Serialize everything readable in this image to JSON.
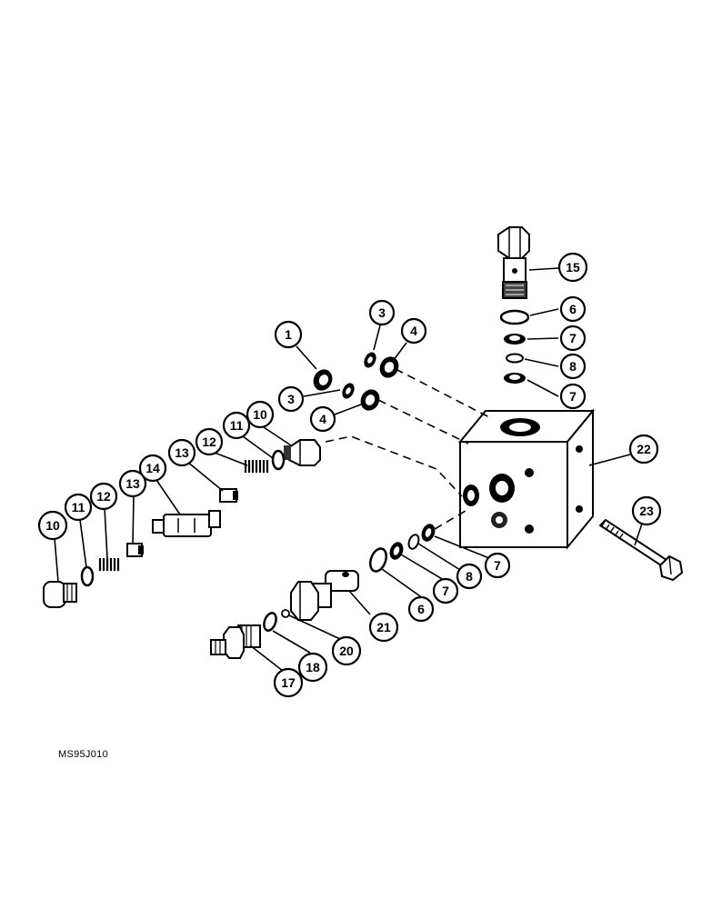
{
  "figure_code": "MS95J010",
  "callouts": [
    "1",
    "3",
    "4",
    "3",
    "4",
    "15",
    "6",
    "7",
    "8",
    "7",
    "22",
    "10",
    "11",
    "12",
    "13",
    "14",
    "13",
    "12",
    "11",
    "10",
    "23",
    "7",
    "8",
    "7",
    "6",
    "21",
    "20",
    "18",
    "17"
  ]
}
